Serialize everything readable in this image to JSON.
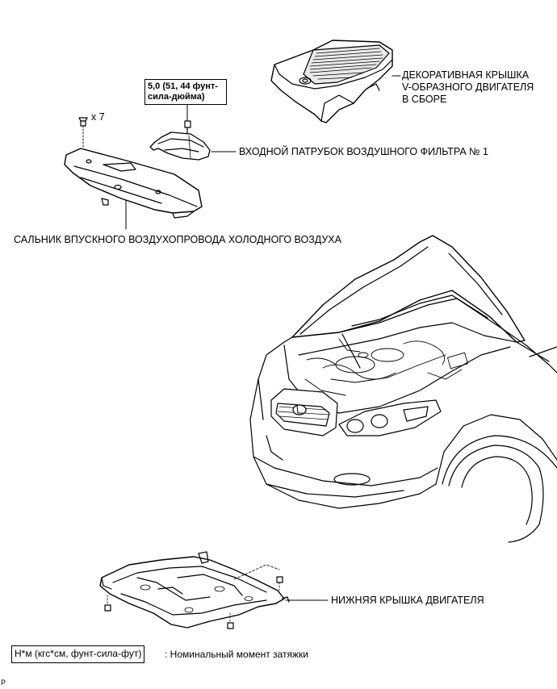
{
  "labels": {
    "engine_cover": [
      "ДЕКОРАТИВНАЯ КРЫШКА",
      "V-ОБРАЗНОГО ДВИГАТЕЛЯ",
      "В СБОРЕ"
    ],
    "air_inlet": "ВХОДНОЙ ПАТРУБОК ВОЗДУШНОГО ФИЛЬТРА № 1",
    "cool_air_seal": "САЛЬНИК ВПУСКНОГО ВОЗДУХОПРОВОДА ХОЛОДНОГО ВОЗДУХА",
    "engine_under_cover": "НИЖНЯЯ КРЫШКА ДВИГАТЕЛЯ",
    "clip_count": "x 7"
  },
  "torque": {
    "line1": "5,0 (51, 44 фунт-",
    "line2": "сила-дюйма)"
  },
  "legend": {
    "unit_box": "Н*м (кгс*см, фунт-сила-фут)",
    "description": ": Номинальный момент затяжки"
  },
  "corner_code": "P"
}
